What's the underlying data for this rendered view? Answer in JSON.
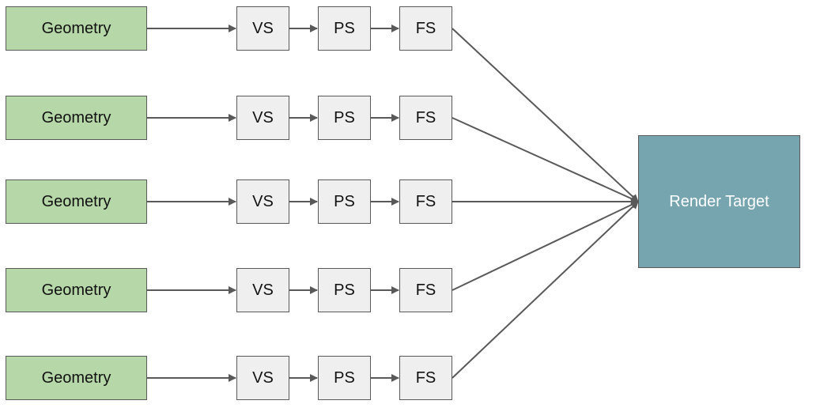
{
  "diagram": {
    "rows": [
      {
        "geometry": "Geometry",
        "vs": "VS",
        "ps": "PS",
        "fs": "FS"
      },
      {
        "geometry": "Geometry",
        "vs": "VS",
        "ps": "PS",
        "fs": "FS"
      },
      {
        "geometry": "Geometry",
        "vs": "VS",
        "ps": "PS",
        "fs": "FS"
      },
      {
        "geometry": "Geometry",
        "vs": "VS",
        "ps": "PS",
        "fs": "FS"
      },
      {
        "geometry": "Geometry",
        "vs": "VS",
        "ps": "PS",
        "fs": "FS"
      }
    ],
    "target": "Render Target"
  },
  "colors": {
    "geometry_fill": "#b6d7a8",
    "stage_fill": "#efefef",
    "target_fill": "#76a5af",
    "stroke": "#595959"
  }
}
